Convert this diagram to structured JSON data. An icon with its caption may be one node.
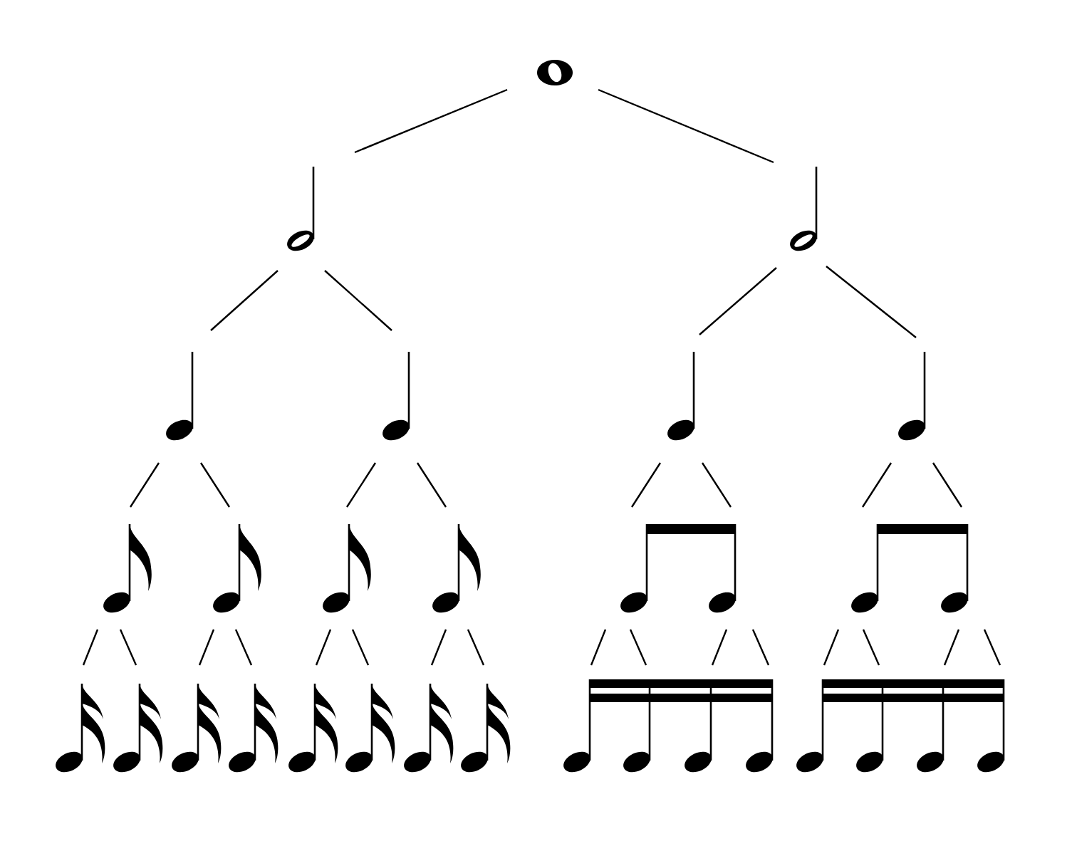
{
  "diagram": {
    "nodes": [
      {
        "text": [],
        "shape": "note"
      },
      {
        "text": [],
        "shape": "note"
      },
      {
        "text": [],
        "shape": "note"
      },
      {
        "text": [],
        "shape": "note"
      },
      {
        "text": [],
        "shape": "note"
      },
      {
        "text": [],
        "shape": "note"
      },
      {
        "text": [],
        "shape": "note"
      },
      {
        "text": [],
        "shape": "note"
      },
      {
        "text": [],
        "shape": "note"
      },
      {
        "text": [],
        "shape": "note"
      },
      {
        "text": [],
        "shape": "note"
      },
      {
        "text": [],
        "shape": "note"
      },
      {
        "text": [],
        "shape": "note"
      },
      {
        "text": [],
        "shape": "note"
      },
      {
        "text": [],
        "shape": "note"
      },
      {
        "text": [],
        "shape": "note"
      },
      {
        "text": [],
        "shape": "note"
      },
      {
        "text": [],
        "shape": "note"
      },
      {
        "text": [],
        "shape": "note"
      },
      {
        "text": [],
        "shape": "note"
      },
      {
        "text": [],
        "shape": "note"
      },
      {
        "text": [],
        "shape": "note"
      },
      {
        "text": [],
        "shape": "note"
      },
      {
        "text": [],
        "shape": "note"
      },
      {
        "text": [],
        "shape": "note"
      },
      {
        "text": [],
        "shape": "note"
      },
      {
        "text": [],
        "shape": "note"
      },
      {
        "text": [],
        "shape": "note"
      },
      {
        "text": [],
        "shape": "note"
      },
      {
        "text": [],
        "shape": "note"
      },
      {
        "text": [],
        "shape": "note"
      }
    ],
    "edges": [
      {
        "from": 0,
        "to": 1,
        "arrow": "none"
      },
      {
        "from": 0,
        "to": 2,
        "arrow": "none"
      },
      {
        "from": 1,
        "to": 3,
        "arrow": "none"
      },
      {
        "from": 1,
        "to": 4,
        "arrow": "none"
      },
      {
        "from": 2,
        "to": 5,
        "arrow": "none"
      },
      {
        "from": 2,
        "to": 6,
        "arrow": "none"
      },
      {
        "from": 3,
        "to": 7,
        "arrow": "none"
      },
      {
        "from": 3,
        "to": 8,
        "arrow": "none"
      },
      {
        "from": 4,
        "to": 9,
        "arrow": "none"
      },
      {
        "from": 4,
        "to": 10,
        "arrow": "none"
      },
      {
        "from": 5,
        "to": 11,
        "arrow": "none"
      },
      {
        "from": 5,
        "to": 12,
        "arrow": "none"
      },
      {
        "from": 6,
        "to": 13,
        "arrow": "none"
      },
      {
        "from": 6,
        "to": 14,
        "arrow": "none"
      },
      {
        "from": 7,
        "to": 15,
        "arrow": "none"
      },
      {
        "from": 7,
        "to": 16,
        "arrow": "none"
      },
      {
        "from": 8,
        "to": 17,
        "arrow": "none"
      },
      {
        "from": 8,
        "to": 18,
        "arrow": "none"
      },
      {
        "from": 9,
        "to": 19,
        "arrow": "none"
      },
      {
        "from": 9,
        "to": 20,
        "arrow": "none"
      },
      {
        "from": 10,
        "to": 21,
        "arrow": "none"
      },
      {
        "from": 10,
        "to": 22,
        "arrow": "none"
      },
      {
        "from": 11,
        "to": 23,
        "arrow": "none"
      },
      {
        "from": 11,
        "to": 24,
        "arrow": "none"
      },
      {
        "from": 12,
        "to": 25,
        "arrow": "none"
      },
      {
        "from": 12,
        "to": 26,
        "arrow": "none"
      },
      {
        "from": 13,
        "to": 27,
        "arrow": "none"
      },
      {
        "from": 13,
        "to": 28,
        "arrow": "none"
      },
      {
        "from": 14,
        "to": 29,
        "arrow": "none"
      },
      {
        "from": 14,
        "to": 30,
        "arrow": "none"
      }
    ]
  }
}
